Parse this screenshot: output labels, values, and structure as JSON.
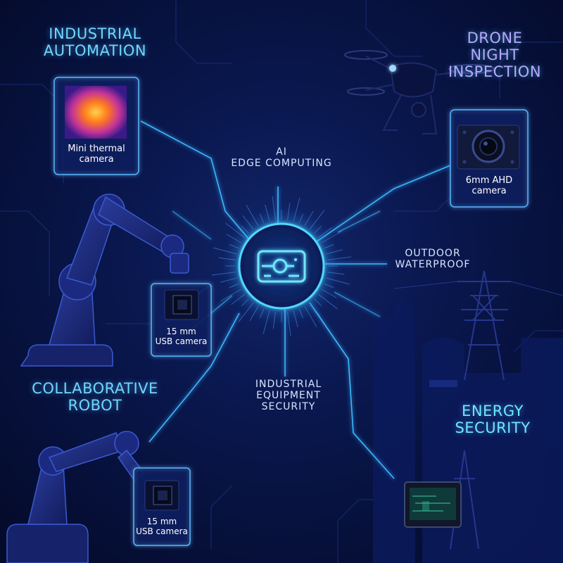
{
  "colors": {
    "heading_cyan": "#6fd6ff",
    "heading_violet": "#b9a8ff",
    "line_glow": "#3ab8ff",
    "card_border": "#5fb6ff",
    "hub_ring": "#4fd8ff"
  },
  "hub": {
    "icon": "camera-module-icon"
  },
  "headings": {
    "industrial_automation": "INDUSTRIAL\nAUTOMATION",
    "drone_night_inspection": "DRONE\nNIGHT\nINSPECTION",
    "collaborative_robot": "COLLABORATIVE\nROBOT",
    "energy_security": "ENERGY\nSECURITY"
  },
  "captions": {
    "ai_edge": "AI\nEDGE COMPUTING",
    "outdoor_waterproof": "OUTDOOR\nWATERPROOF",
    "industrial_equipment_security": "INDUSTRIAL\nEQUIPMENT\nSECURITY"
  },
  "cards": {
    "thermal": {
      "label": "Mini thermal\ncamera",
      "icon": "thermal-image-icon"
    },
    "ahd": {
      "label": "6mm AHD\ncamera",
      "icon": "camera-lens-icon"
    },
    "usb_top": {
      "label": "15 mm\nUSB camera",
      "icon": "camera-chip-icon"
    },
    "usb_bottom": {
      "label": "15 mm\nUSB camera",
      "icon": "camera-chip-icon"
    },
    "monitor": {
      "icon": "monitor-icon"
    }
  },
  "illustrations": [
    "drone-icon",
    "robot-arm-icon",
    "power-tower-icon",
    "silo-icon"
  ]
}
